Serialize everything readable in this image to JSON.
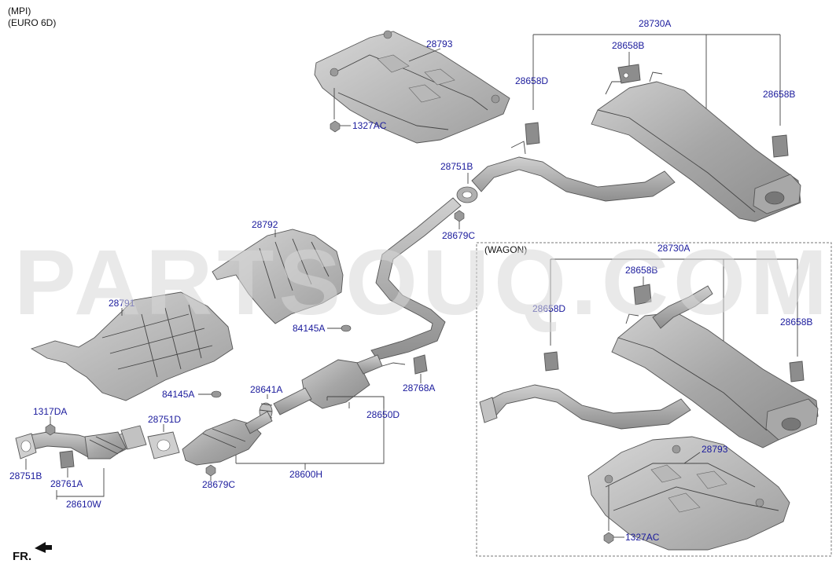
{
  "header": {
    "line1": "(MPI)",
    "line2": "(EURO 6D)"
  },
  "wagon_label": "(WAGON)",
  "watermark": "PARTSOUQ.COM",
  "front_label": "FR.",
  "colors": {
    "label": "#1a1a9c",
    "part_light": "#c9c9c9",
    "part_mid": "#a9a9a9",
    "part_dark": "#8a8a8a"
  },
  "labels": {
    "p28793_top": "28793",
    "p28730A_top": "28730A",
    "p28658B_top_a": "28658B",
    "p28658D_top": "28658D",
    "p28658B_top_b": "28658B",
    "p1327AC_top": "1327AC",
    "p28751B_top": "28751B",
    "p28679C_top": "28679C",
    "p28792": "28792",
    "p28791": "28791",
    "p84145A_a": "84145A",
    "p84145A_b": "84145A",
    "p28641A": "28641A",
    "p28768A": "28768A",
    "p28650D": "28650D",
    "p28600H": "28600H",
    "p1317DA": "1317DA",
    "p28751D": "28751D",
    "p28751B_bot": "28751B",
    "p28761A": "28761A",
    "p28679C_bot": "28679C",
    "p28610W": "28610W",
    "p28730A_w": "28730A",
    "p28658B_w_a": "28658B",
    "p28658D_w": "28658D",
    "p28658B_w_b": "28658B",
    "p28793_w": "28793",
    "p1327AC_w": "1327AC"
  }
}
